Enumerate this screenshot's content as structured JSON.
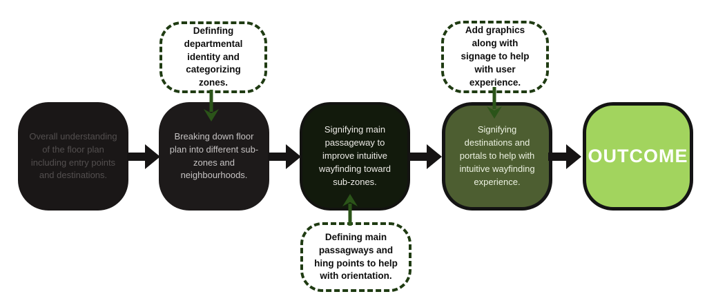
{
  "diagram": {
    "title": "Wayfinding design process flow",
    "boxes": [
      {
        "id": "step-1",
        "text": "Overall understanding of the floor plan including entry points and destinations."
      },
      {
        "id": "step-2",
        "text": "Breaking down floor plan into different sub-zones and neighbourhoods."
      },
      {
        "id": "step-3",
        "text": "Signifying main passageway to improve intuitive wayfinding toward sub-zones."
      },
      {
        "id": "step-4",
        "text": "Signifying destinations and portals to help with intuitive wayfinding experience."
      },
      {
        "id": "outcome",
        "text": "OUTCOME"
      }
    ],
    "callouts": [
      {
        "id": "callout-1",
        "text": "Definfing departmental identity and categorizing zones.",
        "points_to": "step-2",
        "direction": "down"
      },
      {
        "id": "callout-2",
        "text": "Add graphics along with signage to help with user experience.",
        "points_to": "step-4",
        "direction": "down"
      },
      {
        "id": "callout-3",
        "text": "Defining main passagways and hing points to help with orientation.",
        "points_to": "step-3",
        "direction": "up"
      }
    ],
    "colors": {
      "box_dark": "#1a1717",
      "box_dark_green": "#121a0c",
      "box_olive": "#4d5e31",
      "box_light_green": "#a2d45e",
      "box_border_black": "#141414",
      "callout_border_green": "#1f3b12",
      "flow_arrow_black": "#161414",
      "callout_arrow_green": "#2b5419",
      "box1_text": "#534f4f",
      "box2_text": "#c6c3c3",
      "box3_text": "#eceae6",
      "box4_text": "#edf2e2",
      "outcome_text": "#ffffff",
      "background": "#ffffff"
    }
  }
}
